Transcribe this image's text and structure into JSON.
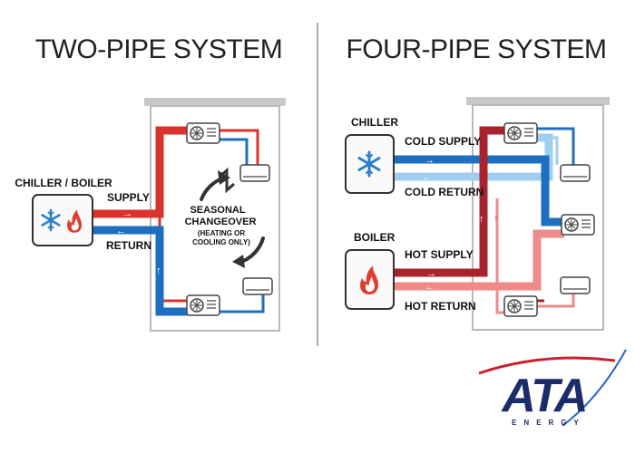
{
  "two_pipe": {
    "title": "TWO-PIPE SYSTEM",
    "source_label": "CHILLER / BOILER",
    "supply_label": "SUPPLY",
    "return_label": "RETURN",
    "changeover_line1": "SEASONAL",
    "changeover_line2": "CHANGEOVER",
    "changeover_note1": "(HEATING OR",
    "changeover_note2": "COOLING ONLY)"
  },
  "four_pipe": {
    "title": "FOUR-PIPE SYSTEM",
    "chiller_label": "CHILLER",
    "boiler_label": "BOILER",
    "cold_supply_label": "COLD SUPPLY",
    "cold_return_label": "COLD RETURN",
    "hot_supply_label": "HOT SUPPLY",
    "hot_return_label": "HOT RETURN"
  },
  "logo": {
    "text": "ATA",
    "subtext": "ENERGY"
  },
  "colors": {
    "supply_red": "#d9332b",
    "return_blue": "#1f6fc0",
    "light_blue": "#9fcff0",
    "dark_red": "#a8232e",
    "pink": "#ef8a8a",
    "building_gray": "#c8c8c8",
    "logo_navy": "#1c2c6b"
  }
}
